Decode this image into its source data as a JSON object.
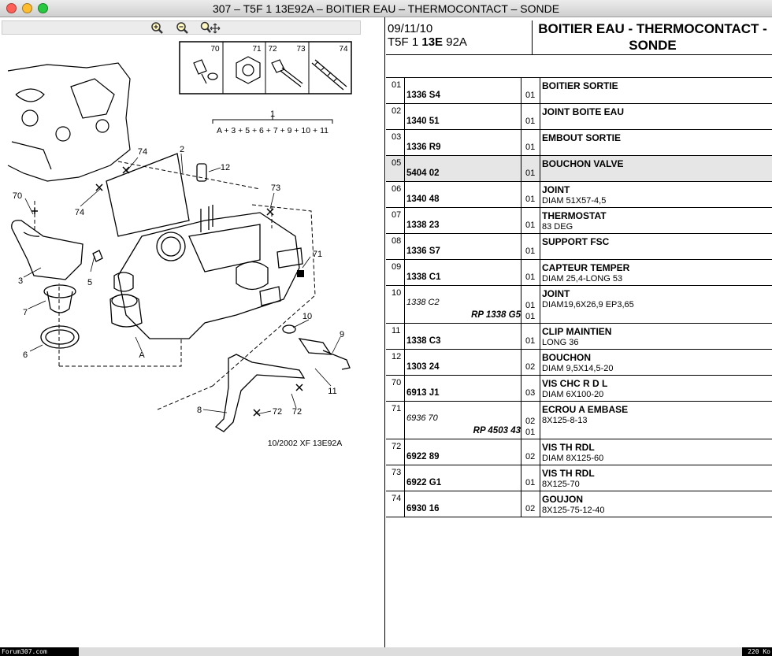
{
  "window": {
    "title": "307 – T5F 1 13E92A – BOITIER EAU – THERMOCONTACT – SONDE"
  },
  "colors": {
    "close": "#ff5f57",
    "minimize": "#febc2e",
    "zoom": "#28c840",
    "highlight_row": "#e6e6e6"
  },
  "toolbar": {
    "zoom_in_icon": "zoom-in-icon",
    "zoom_out_icon": "zoom-out-icon",
    "pan_icon": "zoom-pan-icon"
  },
  "diagram": {
    "legend_boxes": [
      "70",
      "71",
      "72",
      "73",
      "74"
    ],
    "group_number": "1",
    "formula": "A + 3 + 5 + 6 + 7 + 9 + 10 + 11",
    "callouts": [
      "2",
      "12",
      "73",
      "74",
      "74",
      "70",
      "3",
      "5",
      "7",
      "6",
      "71",
      "10",
      "9",
      "11",
      "8",
      "72",
      "72",
      "A"
    ],
    "footer": "10/2002   XF 13E92A"
  },
  "header": {
    "date": "09/11/10",
    "ref_prefix": "T5F 1 ",
    "ref_bold": "13E",
    "ref_suffix": " 92A",
    "title": "BOITIER EAU - THERMOCONTACT - SONDE"
  },
  "parts": [
    {
      "pos": "01",
      "ref": "1336 S4",
      "qty": "01",
      "designation": "BOITIER SORTIE",
      "detail": ""
    },
    {
      "pos": "02",
      "ref": "1340 51",
      "qty": "01",
      "designation": "JOINT BOITE EAU",
      "detail": ""
    },
    {
      "pos": "03",
      "ref": "1336 R9",
      "qty": "01",
      "designation": "EMBOUT SORTIE",
      "detail": ""
    },
    {
      "pos": "05",
      "ref": "5404 02",
      "qty": "01",
      "designation": "BOUCHON VALVE",
      "detail": ""
    },
    {
      "pos": "06",
      "ref": "1340 48",
      "qty": "01",
      "designation": "JOINT",
      "detail": "DIAM 51X57-4,5"
    },
    {
      "pos": "07",
      "ref": "1338 23",
      "qty": "01",
      "designation": "THERMOSTAT",
      "detail": "83 DEG"
    },
    {
      "pos": "08",
      "ref": "1336 S7",
      "qty": "01",
      "designation": "SUPPORT FSC",
      "detail": ""
    },
    {
      "pos": "09",
      "ref": "1338 C1",
      "qty": "01",
      "designation": "CAPTEUR TEMPER",
      "detail": "DIAM 25,4-LONG 53"
    },
    {
      "pos": "10",
      "ref": "1338 C2",
      "qty": "01",
      "designation": "JOINT",
      "detail": "DIAM19,6X26,9 EP3,65",
      "rp": "RP 1338 G5",
      "rp_qty": "01"
    },
    {
      "pos": "11",
      "ref": "1338 C3",
      "qty": "01",
      "designation": "CLIP MAINTIEN",
      "detail": "LONG 36"
    },
    {
      "pos": "12",
      "ref": "1303 24",
      "qty": "02",
      "designation": "BOUCHON",
      "detail": "DIAM 9,5X14,5-20"
    },
    {
      "pos": "70",
      "ref": "6913 J1",
      "qty": "03",
      "designation": "VIS CHC R D L",
      "detail": "DIAM 6X100-20"
    },
    {
      "pos": "71",
      "ref": "6936 70",
      "qty": "02",
      "designation": "ECROU A EMBASE",
      "detail": "8X125-8-13",
      "rp": "RP 4503 43",
      "rp_qty": "01"
    },
    {
      "pos": "72",
      "ref": "6922 89",
      "qty": "02",
      "designation": "VIS TH RDL",
      "detail": "DIAM 8X125-60"
    },
    {
      "pos": "73",
      "ref": "6922 G1",
      "qty": "01",
      "designation": "VIS TH RDL",
      "detail": "8X125-70"
    },
    {
      "pos": "74",
      "ref": "6930 16",
      "qty": "02",
      "designation": "GOUJON",
      "detail": "8X125-75-12-40"
    }
  ],
  "status": {
    "left": "Forum307.com",
    "right": "220 Ko"
  }
}
